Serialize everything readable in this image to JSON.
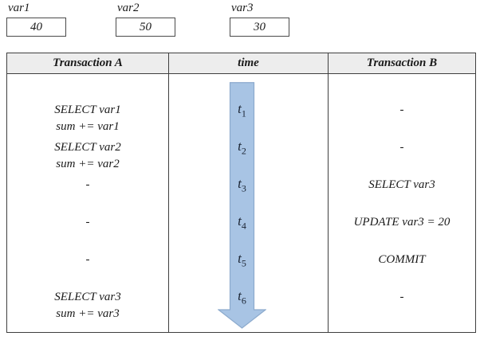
{
  "variables": [
    {
      "label": "var1",
      "value": "40"
    },
    {
      "label": "var2",
      "value": "50"
    },
    {
      "label": "var3",
      "value": "30"
    }
  ],
  "table": {
    "headers": {
      "transaction_a": "Transaction A",
      "time": "time",
      "transaction_b": "Transaction B"
    },
    "rows": [
      {
        "time_base": "t",
        "time_sub": "1",
        "a": [
          "SELECT var1",
          "sum += var1"
        ],
        "b": "-"
      },
      {
        "time_base": "t",
        "time_sub": "2",
        "a": [
          "SELECT var2",
          "sum += var2"
        ],
        "b": "-"
      },
      {
        "time_base": "t",
        "time_sub": "3",
        "a": [
          "-"
        ],
        "b": "SELECT var3"
      },
      {
        "time_base": "t",
        "time_sub": "4",
        "a": [
          "-"
        ],
        "b": "UPDATE var3 = 20"
      },
      {
        "time_base": "t",
        "time_sub": "5",
        "a": [
          "-"
        ],
        "b": "COMMIT"
      },
      {
        "time_base": "t",
        "time_sub": "6",
        "a": [
          "SELECT var3",
          "sum += var3"
        ],
        "b": "-"
      }
    ]
  },
  "colors": {
    "arrow_fill": "#a8c4e4",
    "arrow_border": "#8caacd",
    "header_bg": "#ededed",
    "table_border": "#3f3f3f",
    "time_label": "#1b2534"
  }
}
